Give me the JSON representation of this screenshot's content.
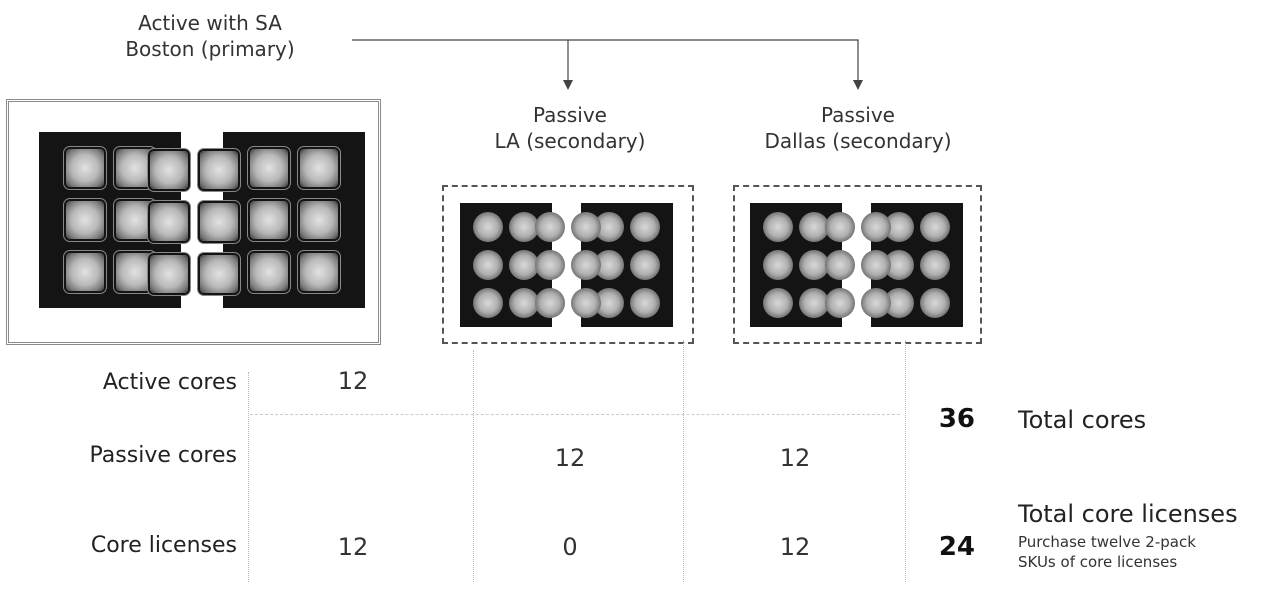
{
  "sites": {
    "primary": {
      "line1": "Active with SA",
      "line2": "Boston (primary)"
    },
    "la": {
      "line1": "Passive",
      "line2": "LA (secondary)"
    },
    "dallas": {
      "line1": "Passive",
      "line2": "Dallas (secondary)"
    }
  },
  "rows": {
    "active_cores": {
      "label": "Active cores",
      "boston": "12"
    },
    "passive_cores": {
      "label": "Passive cores",
      "la": "12",
      "dallas": "12"
    },
    "core_licenses": {
      "label": "Core licenses",
      "boston": "12",
      "la": "0",
      "dallas": "12"
    }
  },
  "totals": {
    "cores": {
      "value": "36",
      "label": "Total cores"
    },
    "licenses": {
      "value": "24",
      "label": "Total core licenses",
      "note_line1": "Purchase twelve 2-pack",
      "note_line2": "SKUs of core licenses"
    }
  }
}
